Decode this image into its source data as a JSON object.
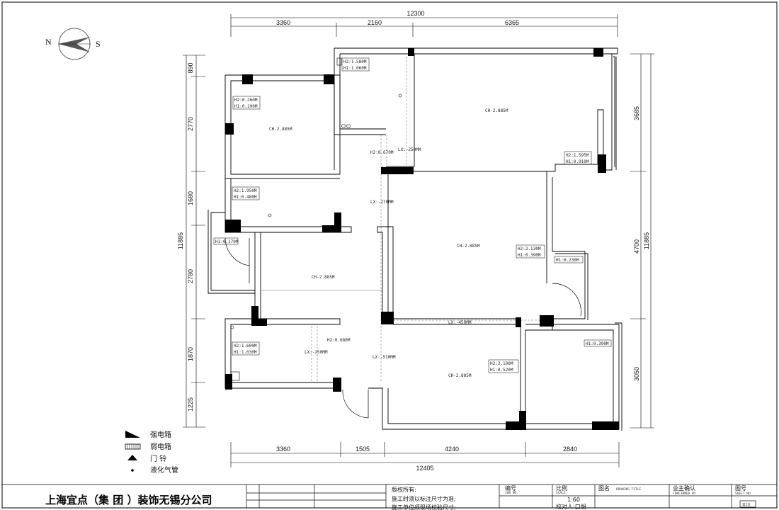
{
  "compass": {
    "north": "N",
    "south": "S"
  },
  "dimensions": {
    "top_total": "12300",
    "top_segments": [
      "3360",
      "2160",
      "6365"
    ],
    "bottom_total": "12405",
    "bottom_segments": [
      "3360",
      "1505",
      "4240",
      "2840"
    ],
    "left_total": "11885",
    "left_segments": [
      "890",
      "2770",
      "1680",
      "2780",
      "1870",
      "1225"
    ],
    "right_total": "11885",
    "right_segments": [
      "3685",
      "4700",
      "3050"
    ]
  },
  "annotations": {
    "r1_ch": "CH-2.885M",
    "r1_h2": "H2:0.260M",
    "r1_h1": "H1:0.190M",
    "r2_h2": "H2:1.580M",
    "r2_h1": "H1:1.060M",
    "r3_ch": "CH-2.885M",
    "r3_h2": "H2:1.595M",
    "r3_h1": "H1:0.910M",
    "r4_h2": "H2:1.950M",
    "r4_h1": "H1:0.480M",
    "r5_ch": "CH-2.885M",
    "r5_h1": "H1:0.170M",
    "living_ch": "CH-2.885M",
    "living_h2": "H2:2.130M",
    "living_h1": "H1:0.390M",
    "balcony_h1": "H1:0.230M",
    "r6_h2": "H2:1.600M",
    "r6_h1": "H1:1.030M",
    "r6_lx": "LX:-250MM",
    "corr_h2": "H2:0.680M",
    "dining_lx": "LX:-510MM",
    "dining_ch": "CH-2.885M",
    "dining_h2": "H2:2.100M",
    "dining_h1": "H1:0.520M",
    "r7_h1": "H1:0.390M",
    "lx_450": "LX:-450MM",
    "lx_270": "LX:-270MM",
    "hall_h2": "H2:0.670M",
    "hall_lx": "LX:-250MM"
  },
  "legend": [
    {
      "icon": "strong-power-box-icon",
      "label": "强电箱"
    },
    {
      "icon": "weak-power-box-icon",
      "label": "弱电箱"
    },
    {
      "icon": "doorbell-icon",
      "label": "门 铃"
    },
    {
      "icon": "gas-pipe-icon",
      "label": "液化气管"
    }
  ],
  "title_block": {
    "company": "上海宜点（集 团 ）装饰无锡分公司",
    "copyright": "版权所有:",
    "note1": "施工时须以标注尺寸为准;",
    "note2": "施工单位须现场校验尺寸;",
    "scale": "1:60",
    "checker": "校对人:口胡",
    "page": "第5页",
    "owner_confirm": "业主确认",
    "drawing_no": "图号",
    "col_no": "编号",
    "col_ratio": "比例",
    "col_title": "图名",
    "tiny1": "JOB NO.",
    "tiny2": "SCALE",
    "tiny3": "DRAWING TITLE",
    "tiny4": "CONFIRMED BY",
    "tiny5": "SHEET NO."
  }
}
